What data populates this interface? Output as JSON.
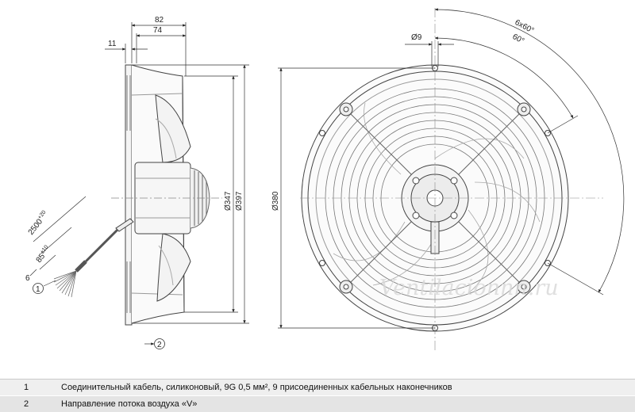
{
  "side_view": {
    "dims": {
      "d82": "82",
      "d74": "74",
      "d11": "11",
      "d347": "Ø347",
      "d397": "Ø397",
      "cable_len": "2500",
      "cable_len_tol": "+20",
      "strip_len": "85",
      "strip_len_tol": "±10",
      "d6": "6"
    },
    "callout_1": "1",
    "callout_2": "2"
  },
  "front_view": {
    "dims": {
      "d380": "Ø380",
      "d9": "Ø9",
      "angle_total": "6x60°",
      "angle_single": "60°"
    }
  },
  "watermark": "Ventilacionnn.ru",
  "legend": [
    {
      "num": "1",
      "text": "Соединительный кабель, силиконовый, 9G 0,5 мм², 9 присоединенных кабельных наконечников"
    },
    {
      "num": "2",
      "text": "Направление потока воздуха «V»"
    }
  ]
}
